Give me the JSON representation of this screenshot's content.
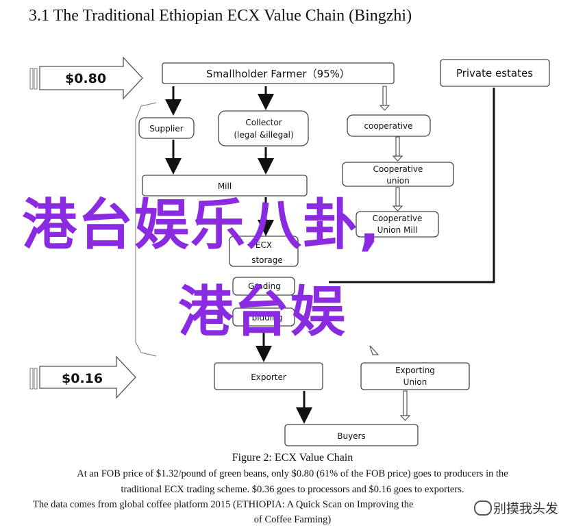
{
  "title": "3.1 The Traditional Ethiopian ECX Value Chain (Bingzhi)",
  "prices": {
    "top": "$0.80",
    "bottom": "$0.16"
  },
  "nodes": {
    "farmer": "Smallholder Farmer（95%）",
    "private_estates": "Private estates",
    "supplier": "Supplier",
    "collector_1": "Collector",
    "collector_2": "(legal &illegal)",
    "cooperative": "cooperative",
    "coop_union_1": "Cooperative",
    "coop_union_2": "union",
    "mill": "Mill",
    "coop_union_mill_1": "Cooperative",
    "coop_union_mill_2": "Union Mill",
    "ecx_1": "ECX",
    "ecx_2": "storage",
    "grading": "Grading",
    "bidding": "bidding",
    "exporter": "Exporter",
    "exporting_union_1": "Exporting",
    "exporting_union_2": "Union",
    "buyers": "Buyers"
  },
  "caption": {
    "figure": "Figure 2: ECX Value Chain",
    "line1": "At an FOB price of $1.32/pound of green beans, only $0.80 (61% of the FOB price) goes to producers in the",
    "line2": "traditional ECX trading scheme. $0.36 goes to processors and $0.16 goes to exporters.",
    "line3": "The data comes from global coffee platform 2015 (ETHIOPIA: A Quick Scan on Improving the",
    "line4": "of Coffee Farming)"
  },
  "watermark": {
    "line1": "港台娱乐八卦,",
    "line2": "港台娱",
    "color": "#8a2be2",
    "account": "别摸我头发"
  }
}
